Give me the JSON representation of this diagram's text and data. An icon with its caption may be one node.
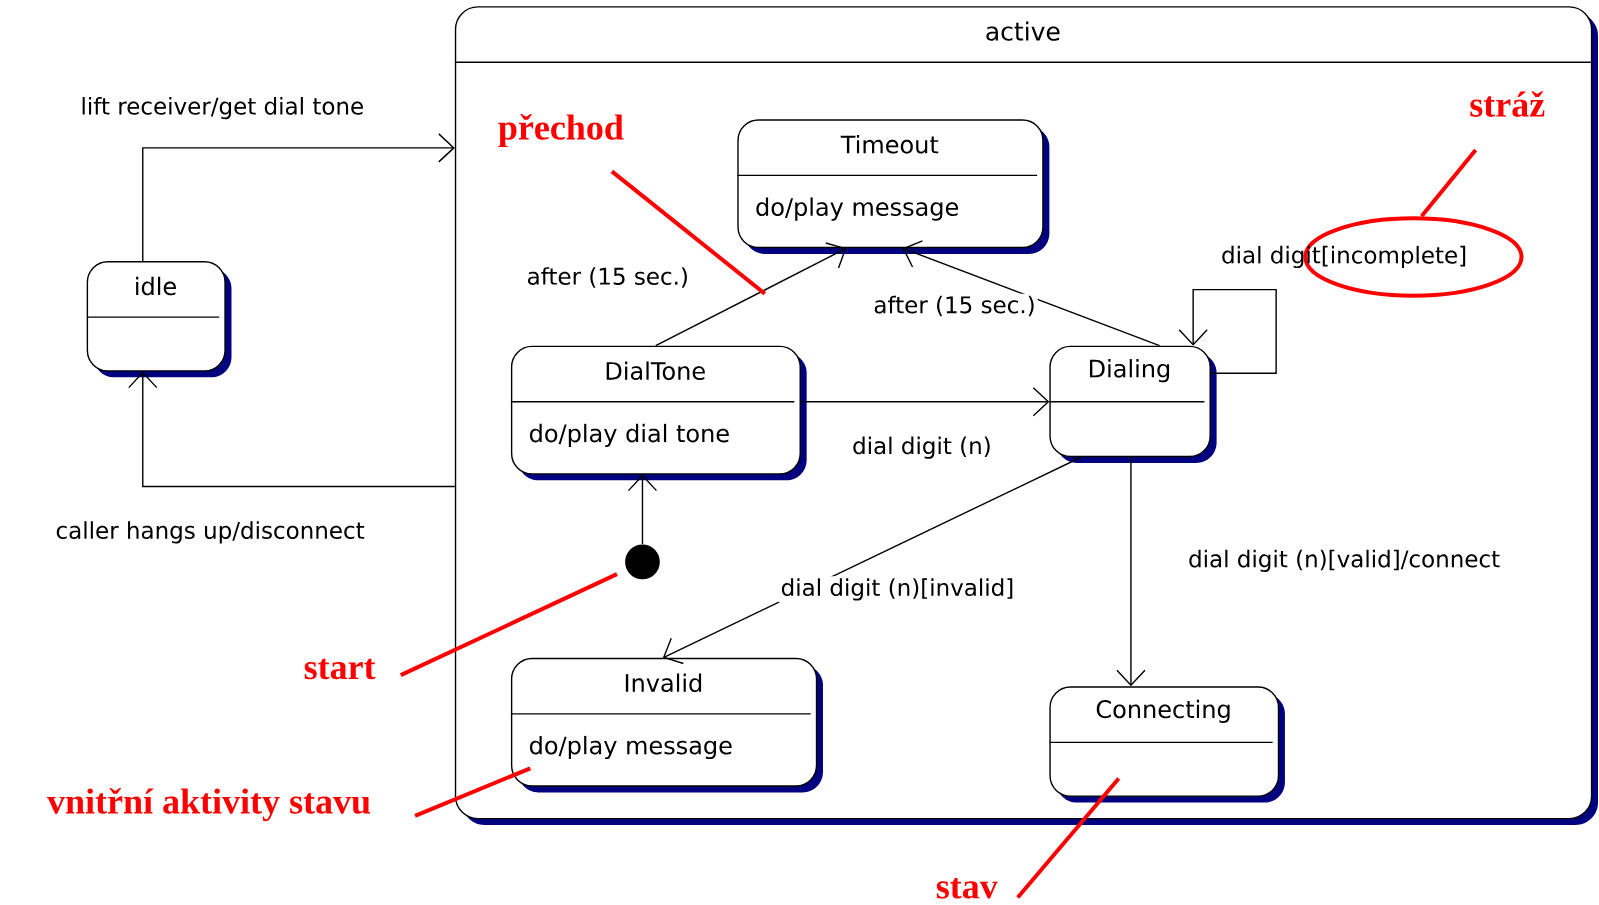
{
  "diagram": {
    "nodes": [
      {
        "text": [
          "active"
        ]
      },
      {
        "text": [
          "idle"
        ]
      },
      {
        "text": [
          "Timeout",
          "do/play message"
        ],
        "in": 0
      },
      {
        "text": [
          "DialTone",
          "do/play dial tone"
        ],
        "in": 0
      },
      {
        "text": [
          "Dialing"
        ],
        "in": 0
      },
      {
        "text": [
          "Invalid",
          "do/play message"
        ],
        "in": 0
      },
      {
        "text": [
          "Connecting"
        ],
        "in": 0
      },
      {
        "text": [],
        "shape": "circle",
        "in": 0
      },
      {
        "text": [
          "přechod"
        ],
        "in": 0
      },
      {
        "text": [
          "stráž"
        ],
        "in": 0
      },
      {
        "text": [],
        "shape": "ellipse",
        "in": 0
      },
      {
        "text": [
          "start"
        ]
      },
      {
        "text": [
          "vnitřní aktivity stavu"
        ]
      },
      {
        "text": [
          "stav"
        ]
      }
    ],
    "edges": [
      {
        "from": 1,
        "to": 0,
        "arrow": "to",
        "label": "lift receiver/get dial tone"
      },
      {
        "from": 0,
        "to": 1,
        "arrow": "to",
        "label": "caller hangs up/disconnect"
      },
      {
        "from": 3,
        "to": 2,
        "arrow": "to",
        "label": "after (15 sec.)"
      },
      {
        "from": 4,
        "to": 2,
        "arrow": "to",
        "label": "after (15 sec.)"
      },
      {
        "from": 3,
        "to": 4,
        "arrow": "to",
        "label": "dial digit (n)"
      },
      {
        "from": 4,
        "to": 4,
        "arrow": "to",
        "label": "dial digit[incomplete]"
      },
      {
        "from": 4,
        "to": 5,
        "arrow": "to",
        "label": "dial digit (n)[invalid]"
      },
      {
        "from": 4,
        "to": 6,
        "arrow": "to",
        "label": "dial digit (n)[valid]/connect"
      },
      {
        "from": 7,
        "to": 3,
        "arrow": "to"
      },
      {
        "from": 8,
        "to": null,
        "arrow": "none",
        "style": "thick",
        "color": "#ff0000"
      },
      {
        "from": 9,
        "to": 10,
        "arrow": "none",
        "style": "thick",
        "color": "#ff0000"
      },
      {
        "from": 11,
        "to": 7,
        "arrow": "none",
        "style": "thick",
        "color": "#ff0000"
      },
      {
        "from": 12,
        "to": 5,
        "arrow": "none",
        "style": "thick",
        "color": "#ff0000"
      },
      {
        "from": 13,
        "to": 6,
        "arrow": "none",
        "style": "thick",
        "color": "#ff0000"
      }
    ]
  }
}
